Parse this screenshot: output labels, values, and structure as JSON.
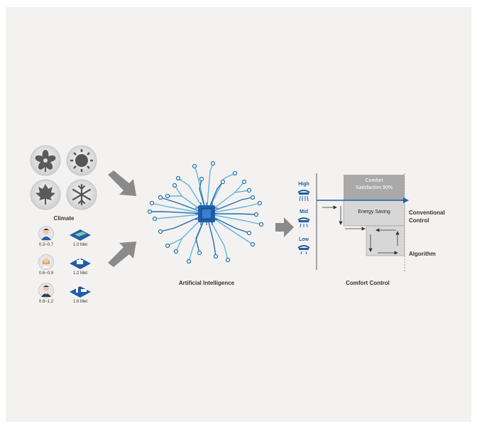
{
  "climate": {
    "title": "Climate",
    "icons": [
      "flower-icon",
      "sun-icon",
      "leaf-icon",
      "snowflake-icon"
    ]
  },
  "occupants": [
    {
      "clo": "0.3~0.7",
      "met": "1.0 Met",
      "avatar": "person-casual-icon",
      "activity": "resting-icon"
    },
    {
      "clo": "0.6~0.9",
      "met": "1.2 Met",
      "avatar": "person-office-icon",
      "activity": "desk-work-icon"
    },
    {
      "clo": "0.8~1.2",
      "met": "1.6 Met",
      "avatar": "person-suit-icon",
      "activity": "standing-work-icon"
    }
  ],
  "ai": {
    "label": "Artificial Intelligence"
  },
  "comfort": {
    "label": "Comfort Control",
    "levels": [
      "High",
      "Mid",
      "Low"
    ],
    "satisfaction": [
      "Comfort",
      "Satisfaction 90%"
    ],
    "energy_saving": "Energy Saving",
    "conventional": [
      "Conventional",
      "Control"
    ],
    "algorithm": "Algorithm"
  },
  "colors": {
    "accent": "#1f5ea8",
    "circuit_light": "#5fb4e0",
    "circuit_dark": "#1b6fb3",
    "arrow": "#8a8a8a",
    "satisfaction_box": "#a9a9a9",
    "energy_box": "#d7d7d7"
  }
}
